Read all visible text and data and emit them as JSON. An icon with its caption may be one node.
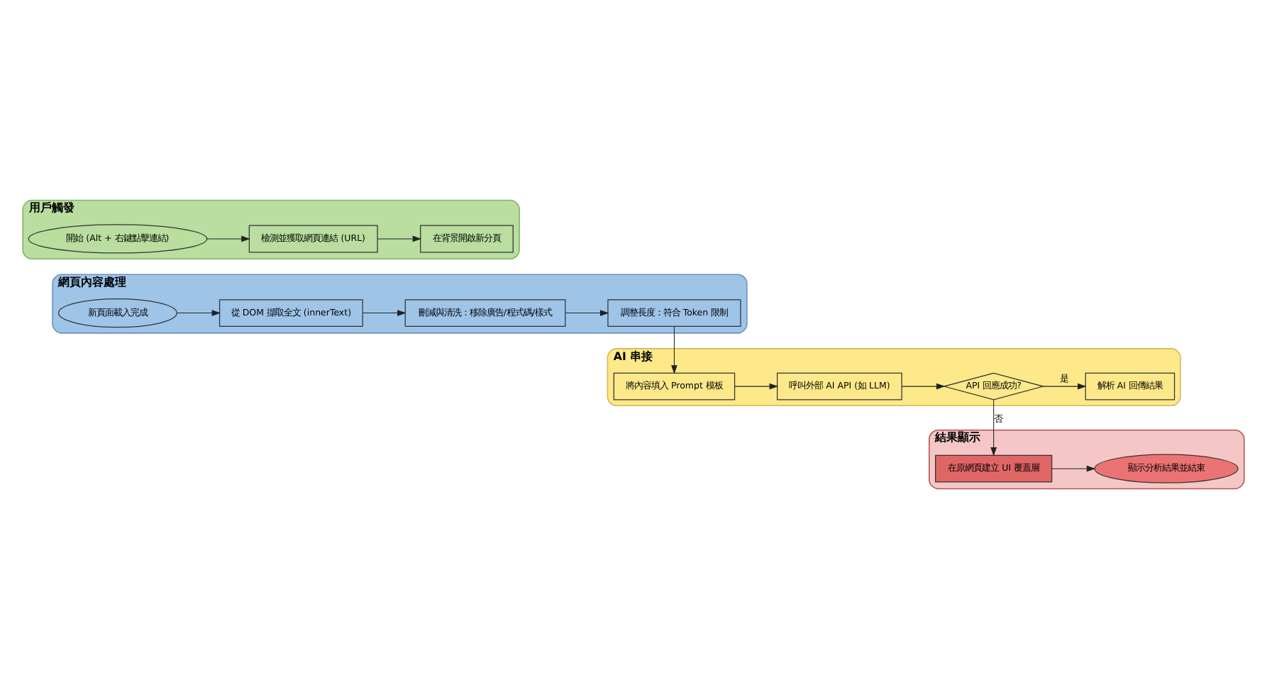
{
  "diagram": {
    "nodes": [
      {
        "text": [
          "用戶觸發"
        ]
      },
      {
        "text": [
          "開始 (Alt + 右鍵點擊連結)"
        ],
        "in": 0
      },
      {
        "text": [
          "檢測並獲取網頁連結 (URL)"
        ],
        "in": 0
      },
      {
        "text": [
          "在背景開啟新分頁"
        ],
        "in": 0
      },
      {
        "text": [
          "網頁內容處理"
        ]
      },
      {
        "text": [
          "新頁面載入完成"
        ],
        "in": 4
      },
      {
        "text": [
          "從 DOM 擷取全文 (innerText)"
        ],
        "in": 4
      },
      {
        "text": [
          "刪減與清洗：移除廣告/程式碼/樣式"
        ],
        "in": 4
      },
      {
        "text": [
          "調整長度：符合 Token 限制"
        ],
        "in": 4
      },
      {
        "text": [
          "AI 串接"
        ]
      },
      {
        "text": [
          "將內容填入 Prompt 模板"
        ],
        "in": 9
      },
      {
        "text": [
          "呼叫外部 AI API (如 LLM)"
        ],
        "in": 9
      },
      {
        "text": [
          "API 回應成功?"
        ],
        "in": 9
      },
      {
        "text": [
          "解析 AI 回傳結果"
        ],
        "in": 9
      },
      {
        "text": [
          "結果顯示"
        ]
      },
      {
        "text": [
          "在原網頁建立 UI 覆蓋層"
        ],
        "in": 14
      },
      {
        "text": [
          "顯示分析結果並結束"
        ],
        "in": 14
      }
    ],
    "edges": [
      {
        "from": 1,
        "to": 2,
        "arrow": "to"
      },
      {
        "from": 2,
        "to": 3,
        "arrow": "to"
      },
      {
        "from": 5,
        "to": 6,
        "arrow": "to"
      },
      {
        "from": 6,
        "to": 7,
        "arrow": "to"
      },
      {
        "from": 7,
        "to": 8,
        "arrow": "to"
      },
      {
        "from": 8,
        "to": 10,
        "arrow": "to"
      },
      {
        "from": 10,
        "to": 11,
        "arrow": "to"
      },
      {
        "from": 11,
        "to": 12,
        "arrow": "to"
      },
      {
        "from": 12,
        "to": 13,
        "label": "是",
        "arrow": "to"
      },
      {
        "from": 12,
        "to": 15,
        "label": "否",
        "arrow": "to"
      },
      {
        "from": 15,
        "to": 16,
        "arrow": "to"
      }
    ]
  }
}
